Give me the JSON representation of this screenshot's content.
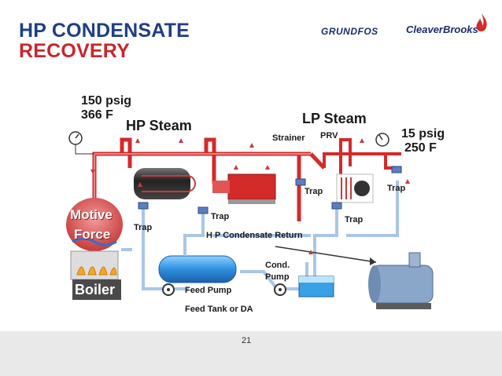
{
  "title": {
    "line1": "HP CONDENSATE",
    "line2": "RECOVERY"
  },
  "logos": {
    "grundfos": "GRUNDFOS",
    "cleaverbrooks": "CleaverBrooks"
  },
  "labels": {
    "hp_pressure": "150 psig",
    "hp_temp": "366 F",
    "hp_steam": "HP Steam",
    "lp_steam": "LP Steam",
    "lp_pressure": "15 psig",
    "lp_temp": "250 F",
    "strainer": "Strainer",
    "prv": "PRV",
    "trap_a": "Trap",
    "trap_b": "Trap",
    "trap_c": "Trap",
    "trap_d": "Trap",
    "trap_e": "Trap",
    "motive_1": "Motive",
    "motive_2": "Force",
    "boiler": "Boiler",
    "hp_return": "H P Condensate Return",
    "cond_pump_1": "Cond.",
    "cond_pump_2": "Pump",
    "feed_pump": "Feed Pump",
    "feed_tank": "Feed Tank or DA"
  },
  "page_number": "21",
  "colors": {
    "title_blue": "#1f3f86",
    "title_red": "#c8262c",
    "steam_pipe": "#d42a2a",
    "condensate_pipe": "#a8c6e8",
    "tank_blue": "#2f8fe0",
    "water_blue": "#3aa0e6"
  }
}
